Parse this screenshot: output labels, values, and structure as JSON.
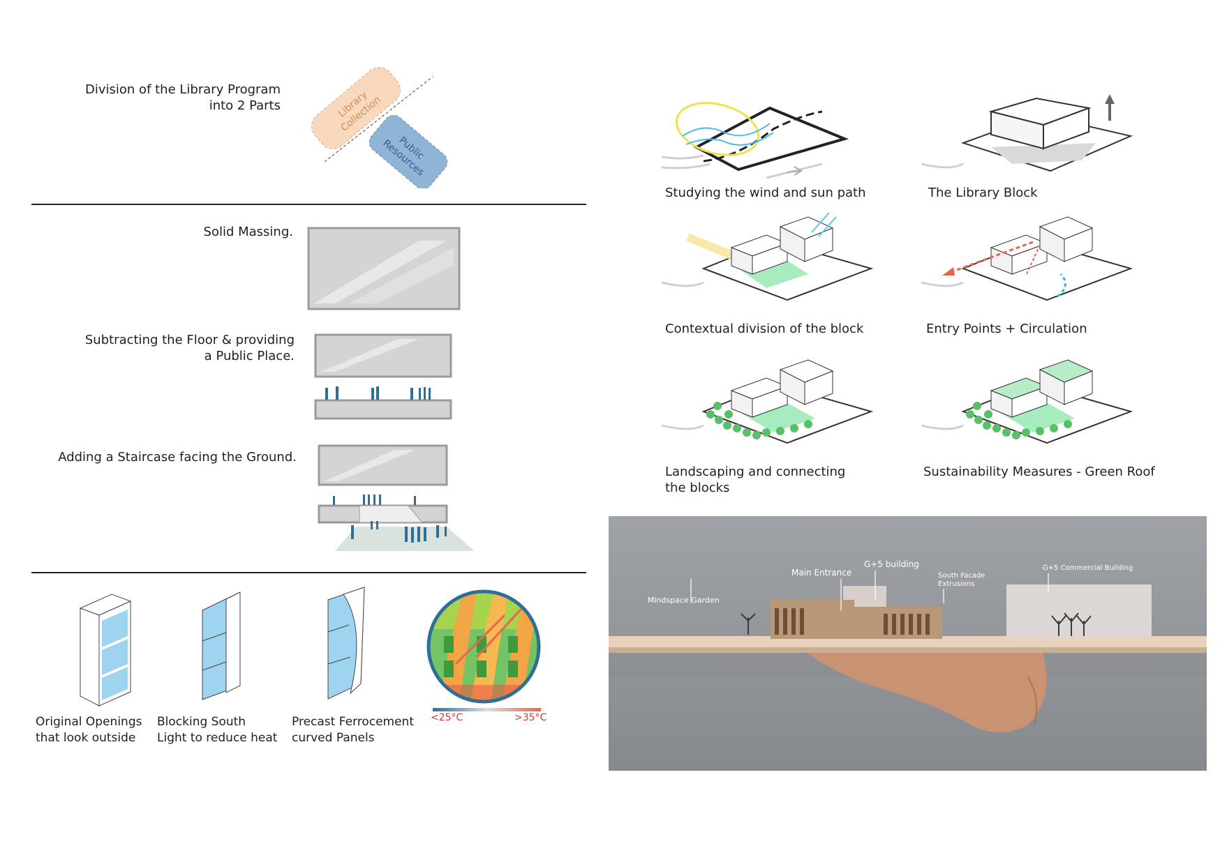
{
  "left": {
    "division": {
      "title_line1": "Division of the Library Program",
      "title_line2": "into 2 Parts",
      "tag_a": [
        "Library",
        "Collection"
      ],
      "tag_b": [
        "Public",
        "Resources"
      ]
    },
    "massing": {
      "label": "Solid Massing."
    },
    "subtract": {
      "line1": "Subtracting the Floor & providing",
      "line2": "a Public Place."
    },
    "staircase": {
      "label": "Adding a Staircase facing the Ground."
    },
    "facade": [
      {
        "line1": "Original Openings",
        "line2": "that look outside"
      },
      {
        "line1": "Blocking South",
        "line2": "Light to reduce heat"
      },
      {
        "line1": "Precast Ferrocement",
        "line2": "curved Panels"
      }
    ],
    "heat_scale": {
      "low": "<25°C",
      "high": ">35°C"
    }
  },
  "right": {
    "steps": [
      {
        "caption": "Studying the wind and sun path"
      },
      {
        "caption": "The Library Block"
      },
      {
        "caption": "Contextual division of the block"
      },
      {
        "caption": "Entry Points + Circulation"
      },
      {
        "caption_l1": "Landscaping and connecting",
        "caption_l2": "the blocks"
      },
      {
        "caption": "Sustainability Measures - Green Roof"
      }
    ],
    "photo_annotations": {
      "garden": "Mindspace Garden",
      "entrance": "Main Entrance",
      "g5": "G+5 building",
      "south": "South Facade",
      "south2": "Extrusions",
      "commercial": "G+5 Commercial Building"
    }
  },
  "colors": {
    "accent_blue": "#2f6f96",
    "tag_orange": "#f9d9bd",
    "tag_blue": "#8fb4d6",
    "green": "#9fe3b2",
    "sun": "#f3e27a",
    "wind": "#5bc8f0",
    "arrow_red": "#e2684b"
  }
}
